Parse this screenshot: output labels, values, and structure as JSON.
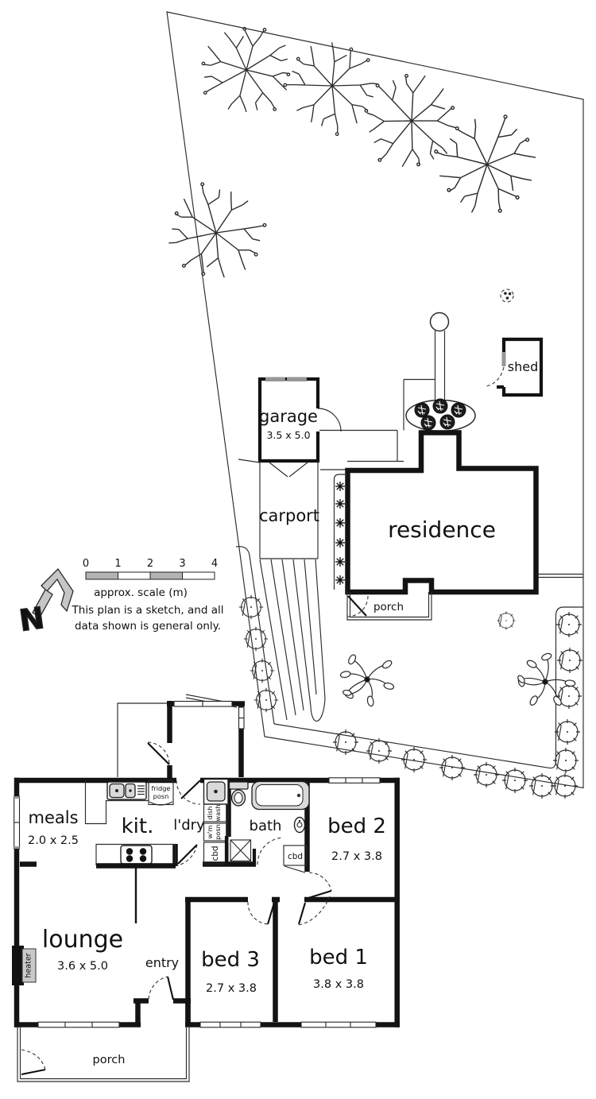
{
  "site_plan": {
    "garage": {
      "label": "garage",
      "dim": "3.5 x 5.0"
    },
    "carport_label": "carport",
    "residence_label": "residence",
    "shed_label": "shed",
    "porch_label": "porch",
    "scale_bar": {
      "ticks": [
        "0",
        "1",
        "2",
        "3",
        "4"
      ],
      "caption": "approx. scale (m)",
      "note_line1": "This plan is a sketch, and all",
      "note_line2": "data shown is general only.",
      "north_letter": "N"
    }
  },
  "floor_plan": {
    "rooms": {
      "meals": {
        "label": "meals",
        "dim": "2.0 x 2.5"
      },
      "kitchen": {
        "label": "kit."
      },
      "laundry": {
        "label": "l'dry"
      },
      "bath": {
        "label": "bath"
      },
      "bed2": {
        "label": "bed 2",
        "dim": "2.7 x 3.8"
      },
      "lounge": {
        "label": "lounge",
        "dim": "3.6 x 5.0"
      },
      "entry": {
        "label": "entry"
      },
      "bed3": {
        "label": "bed 3",
        "dim": "2.7 x 3.8"
      },
      "bed1": {
        "label": "bed 1",
        "dim": "3.8 x 3.8"
      },
      "porch": {
        "label": "porch"
      }
    },
    "fixtures": {
      "fridge": {
        "line1": "fridge",
        "line2": "posn"
      },
      "dish_wash": {
        "line1": "dish",
        "line2": "wash"
      },
      "wm_posn": {
        "line1": "w'm",
        "line2": "posn"
      },
      "cbd_laundry": "cbd",
      "cbd_bath": "cbd",
      "heater": "heater"
    }
  },
  "colors": {
    "ink": "#131313",
    "scale_gray": "#b3b3b3",
    "arrow_gray": "#c6c6c6"
  }
}
